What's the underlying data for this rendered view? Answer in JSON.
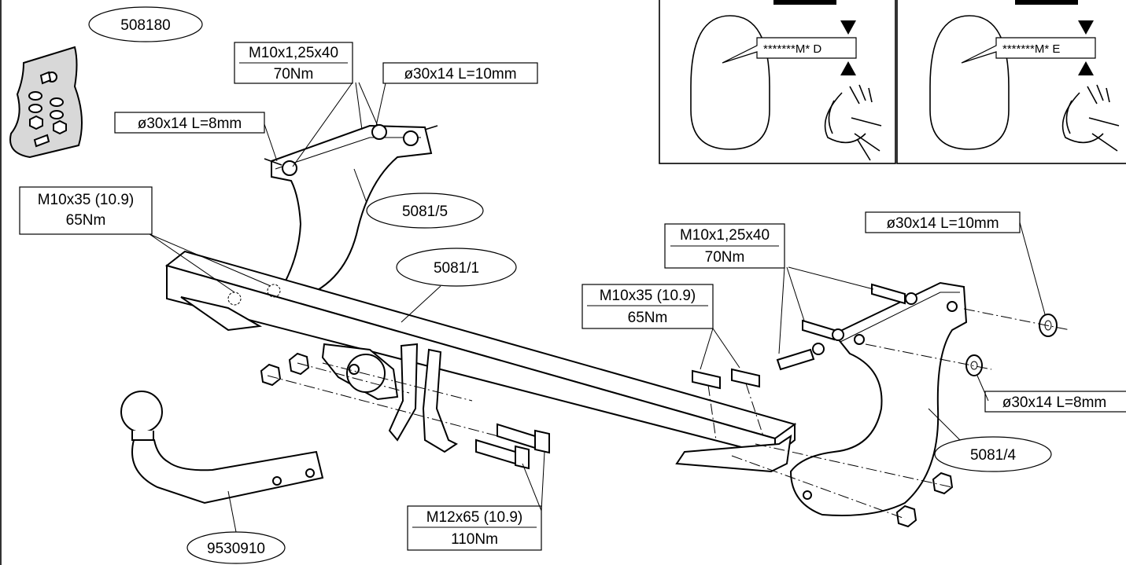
{
  "part_numbers": {
    "kit": "508180",
    "bracket_left": "5081/5",
    "crossbar": "5081/1",
    "bracket_right": "5081/4",
    "towball": "9530910"
  },
  "labels": {
    "bolt_top_left": {
      "spec": "M10x1,25x40",
      "torque": "70Nm"
    },
    "washer_top_10": "ø30x14 L=10mm",
    "washer_top_8": "ø30x14 L=8mm",
    "bolt_crossbar_left": {
      "spec": "M10x35 (10.9)",
      "torque": "65Nm"
    },
    "bolt_right_top": {
      "spec": "M10x1,25x40",
      "torque": "70Nm"
    },
    "washer_right_10": "ø30x14 L=10mm",
    "bolt_crossbar_right": {
      "spec": "M10x35 (10.9)",
      "torque": "65Nm"
    },
    "washer_right_8": "ø30x14 L=8mm",
    "bolt_m12": {
      "spec": "M12x65 (10.9)",
      "torque": "110Nm"
    }
  },
  "inspection_panels": [
    {
      "marking": "*******M* D"
    },
    {
      "marking": "*******M* E"
    }
  ]
}
